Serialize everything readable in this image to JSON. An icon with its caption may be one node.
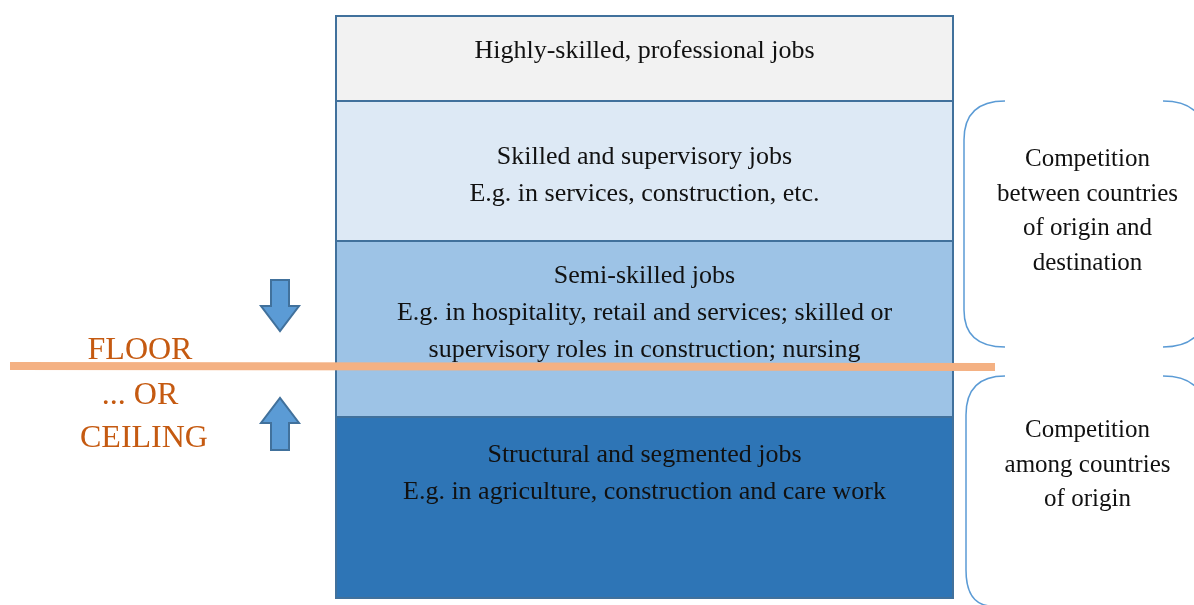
{
  "diagram": {
    "nodes": [
      {
        "text": [
          "Highly-skilled, professional jobs"
        ]
      },
      {
        "text": [
          "Skilled and supervisory jobs",
          "E.g. in services, construction, etc."
        ]
      },
      {
        "text": [
          "Semi-skilled jobs",
          "E.g. in hospitality, retail and services; skilled or supervisory roles in construction; nursing"
        ]
      },
      {
        "text": [
          "Structural and segmented jobs",
          "E.g. in agriculture, construction and care work"
        ]
      }
    ],
    "edges": [],
    "labels": [
      "FLOOR",
      "... OR CEILING",
      "Competition between countries of origin and destination",
      "Competition among countries of origin"
    ]
  }
}
